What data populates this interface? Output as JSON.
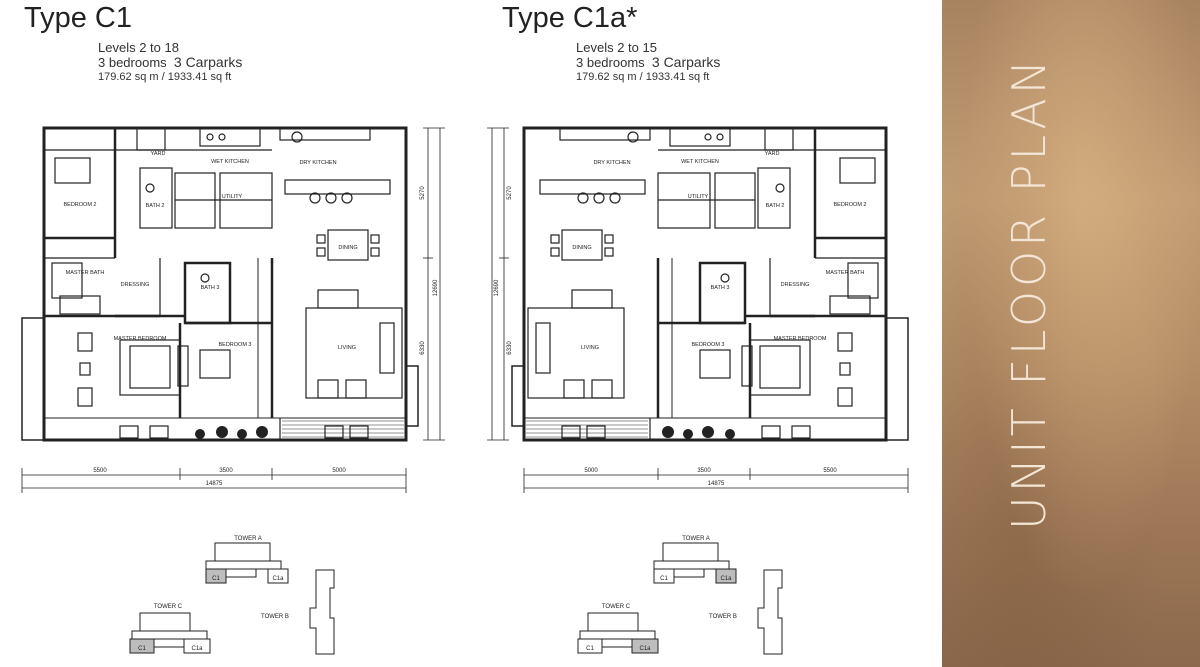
{
  "sidebar": {
    "title": "UNIT FLOOR PLAN"
  },
  "colors": {
    "sidebar": "#b08a63",
    "line": "#222222",
    "key_highlight": "#bdbdbd"
  },
  "plans": [
    {
      "type": "Type C1",
      "levels": "Levels 2 to 18",
      "bedrooms": "3 bedrooms",
      "carparks": "3 Carparks",
      "area": "179.62 sq m / 1933.41 sq ft",
      "rooms": {
        "wet_kitchen": "WET KITCHEN",
        "dry_kitchen": "DRY KITCHEN",
        "yard": "YARD",
        "utility": "UTILITY",
        "bedroom2": "BEDROOM 2",
        "bath2": "BATH 2",
        "dining": "DINING",
        "master_bath": "MASTER BATH",
        "dressing": "DRESSING",
        "bath3": "BATH 3",
        "master_bedroom": "MASTER BEDROOM",
        "bedroom3": "BEDROOM 3",
        "living": "LIVING"
      },
      "dims": {
        "d1": "5500",
        "d2": "3500",
        "d3": "5000",
        "total": "14875",
        "v1": "5270",
        "v2": "6330",
        "vtotal": "12690"
      },
      "key": {
        "tower_a": "TOWER A",
        "tower_b": "TOWER B",
        "tower_c": "TOWER C",
        "u1": "C1",
        "u2": "C1a"
      }
    },
    {
      "type": "Type C1a*",
      "levels": "Levels 2 to 15",
      "bedrooms": "3 bedrooms",
      "carparks": "3 Carparks",
      "area": "179.62 sq m / 1933.41 sq ft",
      "rooms": {
        "wet_kitchen": "WET KITCHEN",
        "dry_kitchen": "DRY KITCHEN",
        "yard": "YARD",
        "utility": "UTILITY",
        "bedroom2": "BEDROOM 2",
        "bath2": "BATH 2",
        "dining": "DINING",
        "master_bath": "MASTER BATH",
        "dressing": "DRESSING",
        "bath3": "BATH 3",
        "master_bedroom": "MASTER BEDROOM",
        "bedroom3": "BEDROOM 3",
        "living": "LIVING"
      },
      "dims": {
        "d1": "5000",
        "d2": "3500",
        "d3": "5500",
        "total": "14875",
        "v1": "5270",
        "v2": "6330",
        "vtotal": "12690"
      },
      "key": {
        "tower_a": "TOWER A",
        "tower_b": "TOWER B",
        "tower_c": "TOWER C",
        "u1": "C1",
        "u2": "C1a"
      }
    }
  ]
}
